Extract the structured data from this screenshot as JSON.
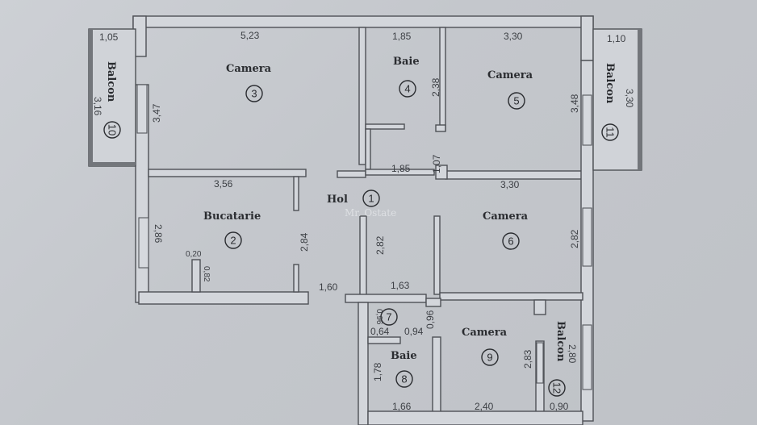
{
  "plan": {
    "watermark": "Mr. Ostate",
    "colors": {
      "paper": "#c8cbd0",
      "wall_stroke": "#4e5156",
      "text": "#2a2c30"
    },
    "rooms": [
      {
        "id": 1,
        "name": "Hol",
        "number": "1"
      },
      {
        "id": 2,
        "name": "Bucatarie",
        "number": "2",
        "dims": {
          "top": "3,56",
          "left": "2,86",
          "right": "2,84",
          "pillar_w": "0,20",
          "pillar_h": "0,82"
        }
      },
      {
        "id": 3,
        "name": "Camera",
        "number": "3",
        "dims": {
          "top": "5,23",
          "left": "3,47"
        }
      },
      {
        "id": 4,
        "name": "Baie",
        "number": "4",
        "dims": {
          "top": "1,85",
          "right": "2,38"
        }
      },
      {
        "id": 5,
        "name": "Camera",
        "number": "5",
        "dims": {
          "top": "3,30",
          "right": "3,48"
        }
      },
      {
        "id": 6,
        "name": "Camera",
        "number": "6",
        "dims": {
          "top": "3,30",
          "right": "2,82"
        }
      },
      {
        "id": 7,
        "name": "",
        "number": "7",
        "dims": {
          "left": "0,96",
          "bottom": "0,64"
        }
      },
      {
        "id": 8,
        "name": "Baie",
        "number": "8",
        "dims": {
          "left": "1,78",
          "bottom": "1,66"
        }
      },
      {
        "id": 9,
        "name": "Camera",
        "number": "9",
        "dims": {
          "right": "2,83",
          "bottom": "2,40",
          "door": "0,96"
        }
      },
      {
        "id": 10,
        "name": "Balcon",
        "number": "10",
        "dims": {
          "top": "1,05",
          "left": "3,16"
        }
      },
      {
        "id": 11,
        "name": "Balcon",
        "number": "11",
        "dims": {
          "top": "1,10",
          "right": "3,30"
        }
      },
      {
        "id": 12,
        "name": "Balcon",
        "number": "12",
        "dims": {
          "right": "2,80",
          "bottom": "0,90"
        }
      }
    ],
    "hall_dims": {
      "corridor_w": "1,85",
      "door_h": "1,07",
      "left_w": "1,60",
      "right_w": "1,63",
      "hall_h": "2,82",
      "door_w": "0,94"
    }
  }
}
